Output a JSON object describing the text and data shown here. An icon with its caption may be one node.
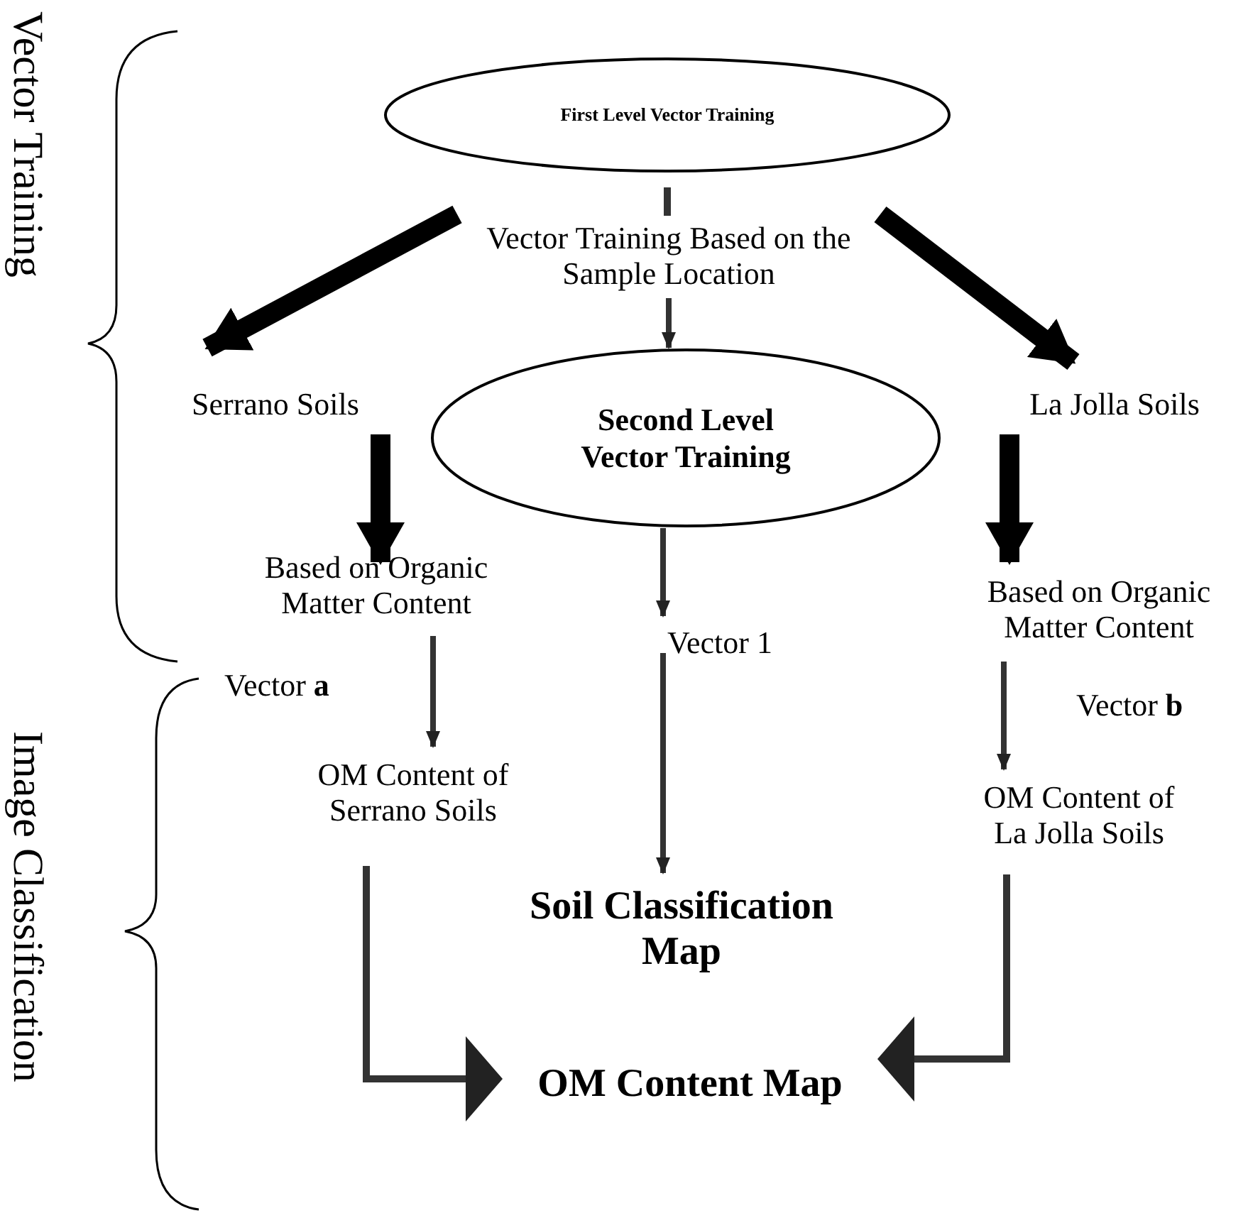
{
  "diagram": {
    "nodes": [
      {
        "text": [
          "First Level Vector Training"
        ]
      },
      {
        "text": [
          "Vector Training Based on the Sample Location"
        ]
      },
      {
        "text": [
          "Serrano Soils"
        ]
      },
      {
        "text": [
          "Second Level Vector Training"
        ]
      },
      {
        "text": [
          "La Jolla Soils"
        ]
      },
      {
        "text": [
          "Based on Organic Matter Content"
        ]
      },
      {
        "text": [
          "Vector 1"
        ]
      },
      {
        "text": [
          "Based on Organic Matter Content"
        ]
      },
      {
        "text": [
          "OM Content of Serrano Soils"
        ]
      },
      {
        "text": [
          "OM Content of La Jolla Soils"
        ]
      },
      {
        "text": [
          "Soil Classification Map"
        ]
      },
      {
        "text": [
          "OM Content Map"
        ]
      }
    ],
    "edges": [
      {
        "from": 0,
        "to": 1,
        "arrow": "none"
      },
      {
        "from": 1,
        "to": 2,
        "arrow": "to",
        "style": "thick"
      },
      {
        "from": 1,
        "to": 3,
        "arrow": "to"
      },
      {
        "from": 1,
        "to": 4,
        "arrow": "to",
        "style": "thick"
      },
      {
        "from": 2,
        "to": 5,
        "arrow": "to",
        "style": "thick"
      },
      {
        "from": 4,
        "to": 7,
        "arrow": "to",
        "style": "thick"
      },
      {
        "from": 3,
        "to": 6,
        "arrow": "to"
      },
      {
        "from": 5,
        "to": 8,
        "arrow": "to"
      },
      {
        "from": 7,
        "to": 9,
        "arrow": "to"
      },
      {
        "from": 6,
        "to": 10,
        "arrow": "to"
      },
      {
        "from": 8,
        "to": 11,
        "arrow": "to"
      },
      {
        "from": 9,
        "to": 11,
        "arrow": "to"
      }
    ],
    "labels": [
      "Vector Training",
      "Image Classification",
      "Vector **a**",
      "Vector **b**"
    ]
  }
}
